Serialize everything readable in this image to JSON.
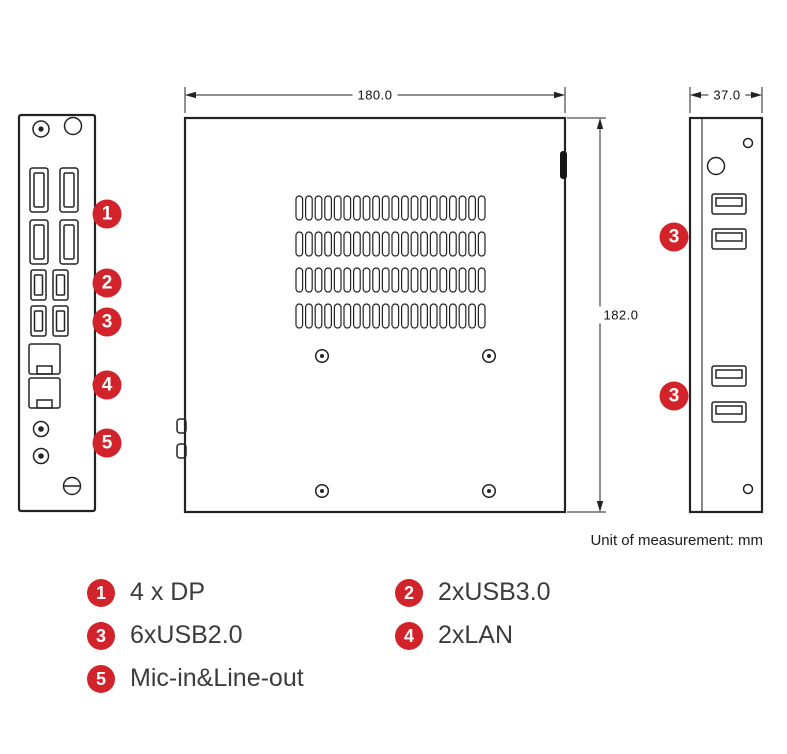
{
  "unit_note": "Unit of measurement: mm",
  "dimensions": {
    "width_mm": "180.0",
    "height_mm": "182.0",
    "depth_mm": "37.0"
  },
  "callouts": {
    "left_view": [
      "1",
      "2",
      "3",
      "4",
      "5"
    ],
    "right_view_top": "3",
    "right_view_bottom": "3"
  },
  "legend": [
    {
      "num": "1",
      "label": "4 x DP"
    },
    {
      "num": "2",
      "label": "2xUSB3.0"
    },
    {
      "num": "3",
      "label": "6xUSB2.0"
    },
    {
      "num": "4",
      "label": "2xLAN"
    },
    {
      "num": "5",
      "label": "Mic-in&Line-out"
    }
  ],
  "colors": {
    "badge_red": "#d2232a",
    "line": "#232323"
  }
}
